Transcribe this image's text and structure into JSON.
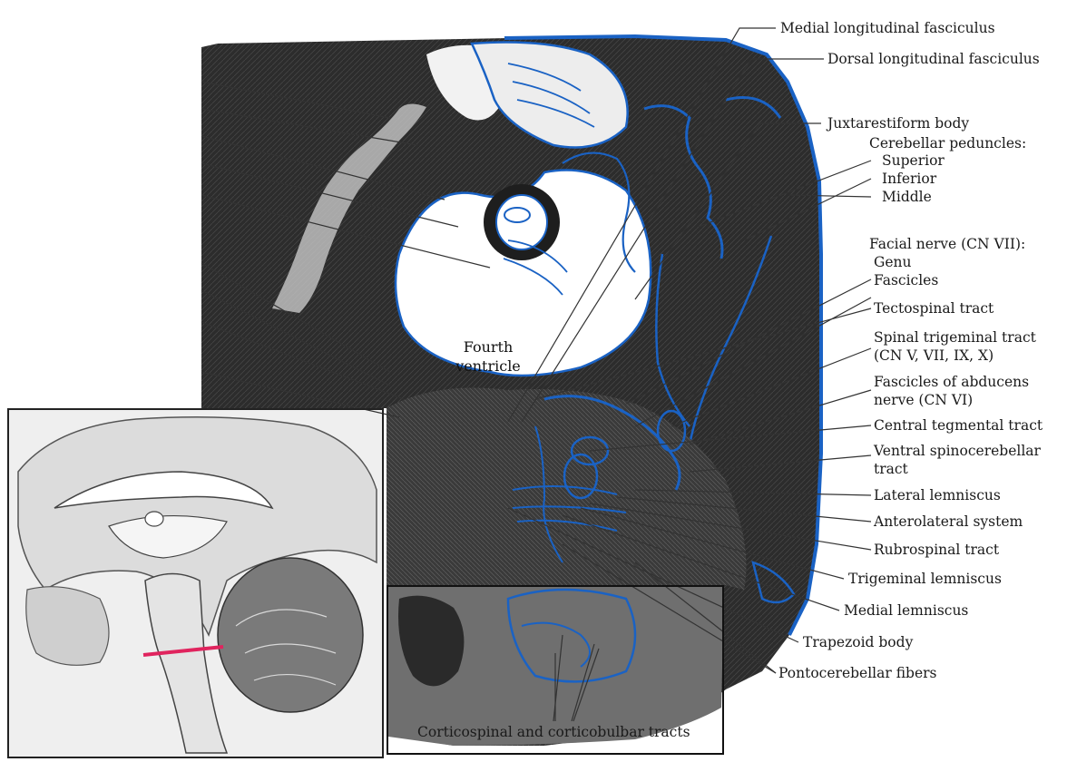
{
  "labels": {
    "medial_longitudinal_fasciculus": "Medial longitudinal fasciculus",
    "dorsal_longitudinal_fasciculus": "Dorsal longitudinal fasciculus",
    "juxtarestiform_body": "Juxtarestiform body",
    "cerebellar_peduncles": "Cerebellar peduncles:",
    "superior": "Superior",
    "inferior": "Inferior",
    "middle": "Middle",
    "facial_nerve": "Facial nerve (CN VII):",
    "genu": "Genu",
    "fascicles": "Fascicles",
    "tectospinal_tract": "Tectospinal tract",
    "spinal_trigeminal_tract_1": "Spinal trigeminal tract",
    "spinal_trigeminal_tract_2": "(CN V, VII, IX, X)",
    "abducens_1": "Fascicles of abducens",
    "abducens_2": "nerve (CN VI)",
    "central_tegmental_tract": "Central tegmental tract",
    "ventral_spinocerebellar_1": "Ventral spinocerebellar",
    "ventral_spinocerebellar_2": "tract",
    "lateral_lemniscus": "Lateral lemniscus",
    "anterolateral_system": "Anterolateral system",
    "rubrospinal_tract": "Rubrospinal tract",
    "trigeminal_lemniscus": "Trigeminal lemniscus",
    "medial_lemniscus": "Medial lemniscus",
    "trapezoid_body": "Trapezoid body",
    "pontocerebellar_fibers": "Pontocerebellar fibers",
    "corticospinal": "Corticospinal and corticobulbar tracts",
    "fourth_ventricle_1": "Fourth",
    "fourth_ventricle_2": "ventricle"
  },
  "colors": {
    "tissue_dark": "#2e2e2e",
    "white_matter": "#d9d9d9",
    "blue_outline": "#1a62c4",
    "leader_line": "#333333",
    "section_marker": "#e0245e"
  }
}
